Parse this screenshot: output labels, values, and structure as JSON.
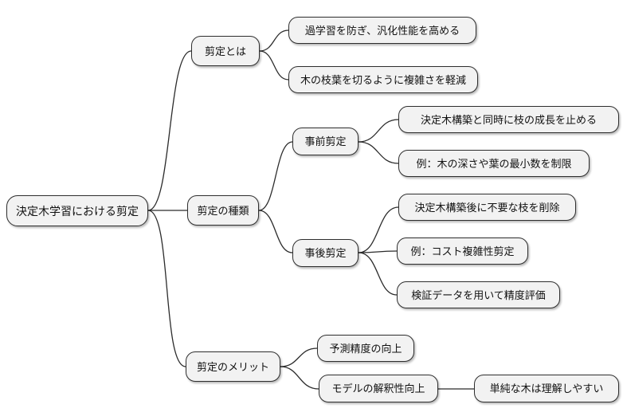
{
  "diagram": {
    "type": "mindmap",
    "title": "決定木学習における剪定",
    "colors": {
      "background": "#ffffff",
      "node_fill": "#f2f2f2",
      "node_border": "#2e2e2e",
      "edge": "#2b2b2b",
      "text": "#111111"
    },
    "root": {
      "label": "決定木学習における剪定"
    },
    "branches": [
      {
        "label": "剪定とは",
        "children": [
          {
            "label": "過学習を防ぎ、汎化性能を高める"
          },
          {
            "label": "木の枝葉を切るように複雑さを軽減"
          }
        ]
      },
      {
        "label": "剪定の種類",
        "children": [
          {
            "label": "事前剪定",
            "children": [
              {
                "label": "決定木構築と同時に枝の成長を止める"
              },
              {
                "label": "例：木の深さや葉の最小数を制限"
              }
            ]
          },
          {
            "label": "事後剪定",
            "children": [
              {
                "label": "決定木構築後に不要な枝を削除"
              },
              {
                "label": "例：コスト複雑性剪定"
              },
              {
                "label": "検証データを用いて精度評価"
              }
            ]
          }
        ]
      },
      {
        "label": "剪定のメリット",
        "children": [
          {
            "label": "予測精度の向上"
          },
          {
            "label": "モデルの解釈性向上",
            "children": [
              {
                "label": "単純な木は理解しやすい"
              }
            ]
          }
        ]
      }
    ]
  }
}
